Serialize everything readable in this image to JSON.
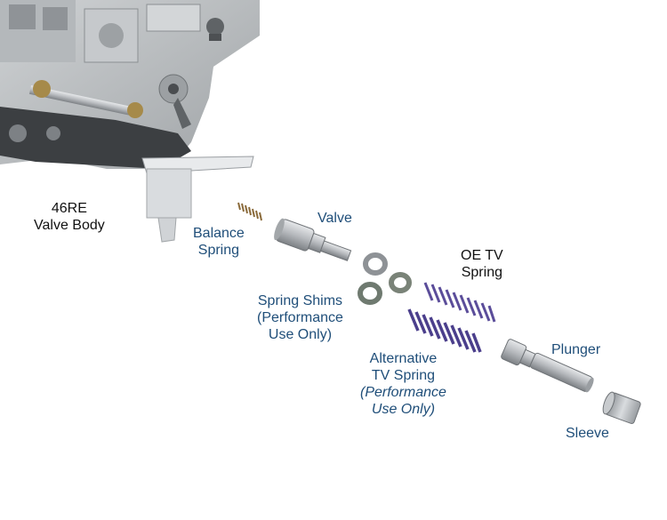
{
  "colors": {
    "label_black": "#111111",
    "label_blue": "#1f4e79",
    "metal": "#b9bcc0",
    "spring_purple": "#5b4d9a",
    "spring_brass": "#8a6a3a",
    "background": "#ffffff"
  },
  "labels": {
    "valve_body": [
      "46RE",
      "Valve Body"
    ],
    "balance_spring": [
      "Balance",
      "Spring"
    ],
    "valve": "Valve",
    "oe_tv_spring": [
      "OE TV",
      "Spring"
    ],
    "spring_shims": [
      "Spring Shims",
      "(Performance",
      "Use Only)"
    ],
    "alternative_tv_spring": [
      "Alternative",
      "TV Spring",
      "(Performance",
      "Use Only)"
    ],
    "plunger": "Plunger",
    "sleeve": "Sleeve"
  }
}
